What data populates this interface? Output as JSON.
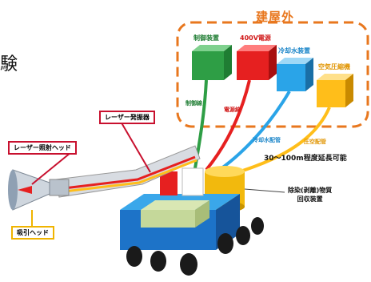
{
  "heading_fragment": "験",
  "outside": {
    "title": "建屋外",
    "units": [
      {
        "label": "制御装置",
        "color": "#2e9e45",
        "label_color": "#1f7d33"
      },
      {
        "label": "400V電源",
        "color": "#e62020",
        "label_color": "#d11a1a"
      },
      {
        "label": "冷却水装置",
        "color": "#2aa4e8",
        "label_color": "#1c86c9"
      },
      {
        "label": "空気圧縮機",
        "color": "#ffbe1a",
        "label_color": "#e09400"
      }
    ]
  },
  "cables": [
    {
      "label": "制御線",
      "color": "#2e9e45"
    },
    {
      "label": "電源線",
      "color": "#e62020"
    },
    {
      "label": "冷却水配管",
      "color": "#2aa4e8"
    },
    {
      "label": "圧空配管",
      "color": "#e09400"
    }
  ],
  "callouts": {
    "laser_oscillator": "レーザー発振器",
    "laser_head": "レーザー照射ヘッド",
    "suction_head": "吸引ヘッド",
    "extension": "30～100m程度延長可能",
    "collector_line1": "除染(剥離)物質",
    "collector_line2": "回収装置"
  }
}
